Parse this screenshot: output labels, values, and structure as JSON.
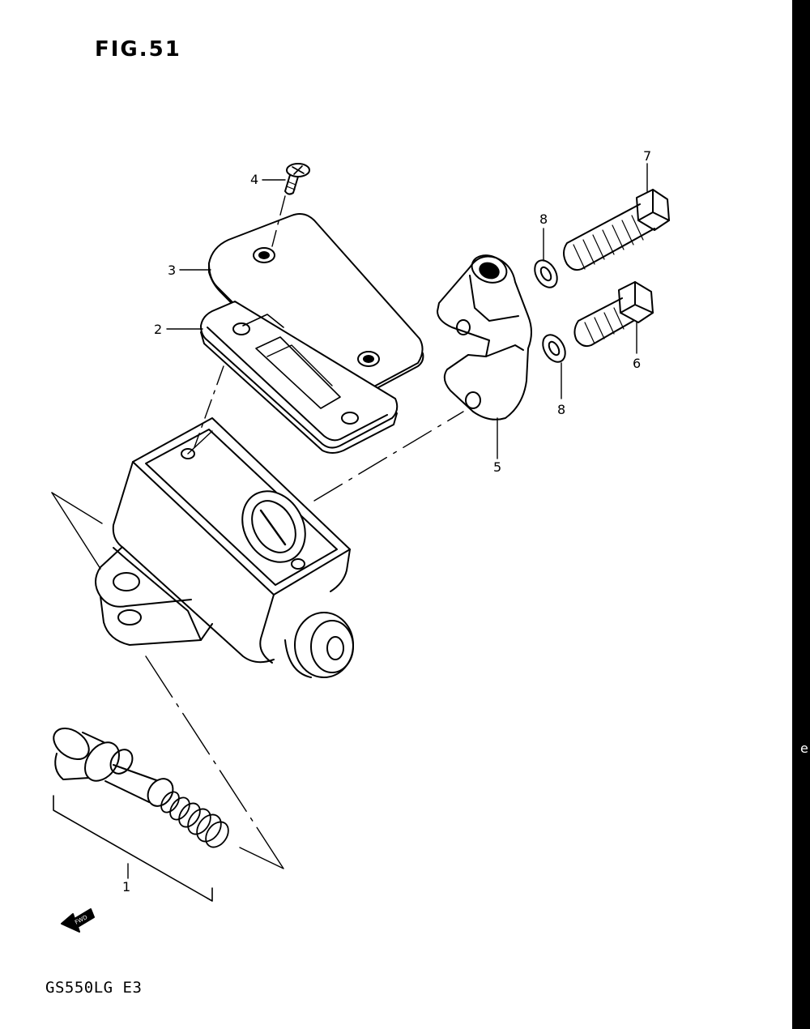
{
  "figure": {
    "title": "FIG.51",
    "model_code": "GS550LG  E3",
    "edge_mark": "e"
  },
  "callouts": {
    "c1": "1",
    "c2": "2",
    "c3": "3",
    "c4": "4",
    "c5": "5",
    "c6": "6",
    "c7": "7",
    "c8a": "8",
    "c8b": "8"
  },
  "fwd_label": "FWD",
  "colors": {
    "ink": "#000000",
    "paper": "#ffffff"
  }
}
